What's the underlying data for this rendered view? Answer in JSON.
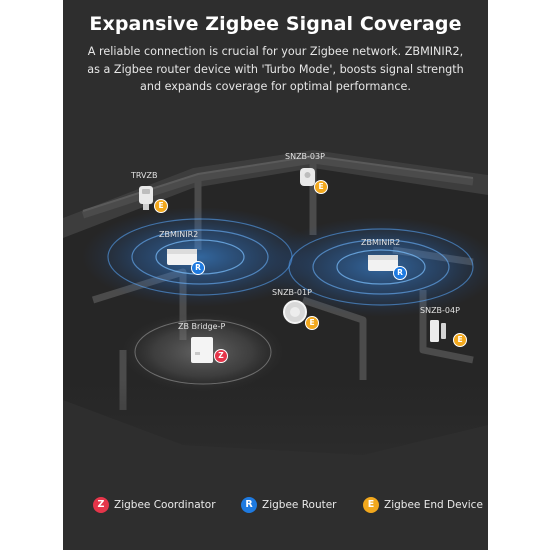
{
  "header": {
    "title": "Expansive Zigbee Signal Coverage",
    "description": "A reliable connection is crucial for your Zigbee network. ZBMINIR2, as a Zigbee router device with 'Turbo Mode', boosts signal strength and expands coverage for optimal performance."
  },
  "devices": {
    "trvzb": "TRVZB",
    "snzb03p": "SNZB-03P",
    "zbminir2_left": "ZBMINIR2",
    "zbminir2_right": "ZBMINIR2",
    "snzb01p": "SNZB-01P",
    "snzb04p": "SNZB-04P",
    "bridge": "ZB Bridge-P"
  },
  "legend": {
    "coordinator": "Zigbee Coordinator",
    "router": "Zigbee Router",
    "end_device": "Zigbee End Device"
  },
  "colors": {
    "background": "#2e2e2e",
    "coordinator": "#e5354a",
    "router": "#1e7ae0",
    "end_device": "#f2a81d",
    "signal": "#3d9bff"
  },
  "icons": {
    "coordinator": "zigbee-z-icon",
    "router": "router-r-icon",
    "end_device": "end-device-e-icon"
  }
}
